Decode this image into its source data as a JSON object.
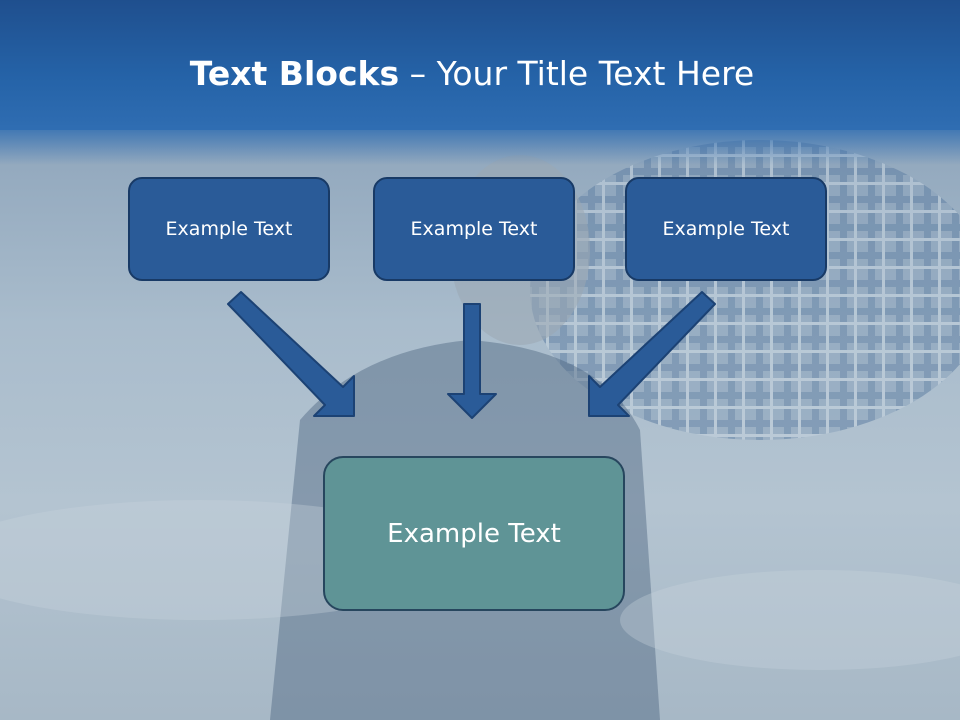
{
  "slide": {
    "title_bold": "Text Blocks",
    "title_dash": " – ",
    "title_rest": "Your Title Text Here"
  },
  "blocks": {
    "left": "Example Text",
    "center": "Example Text",
    "right": "Example Text",
    "bottom": "Example Text"
  },
  "colors": {
    "header": "#2563a8",
    "small_box": "#2a5b98",
    "big_box": "#5f9496",
    "arrow": "#2a5b98"
  }
}
